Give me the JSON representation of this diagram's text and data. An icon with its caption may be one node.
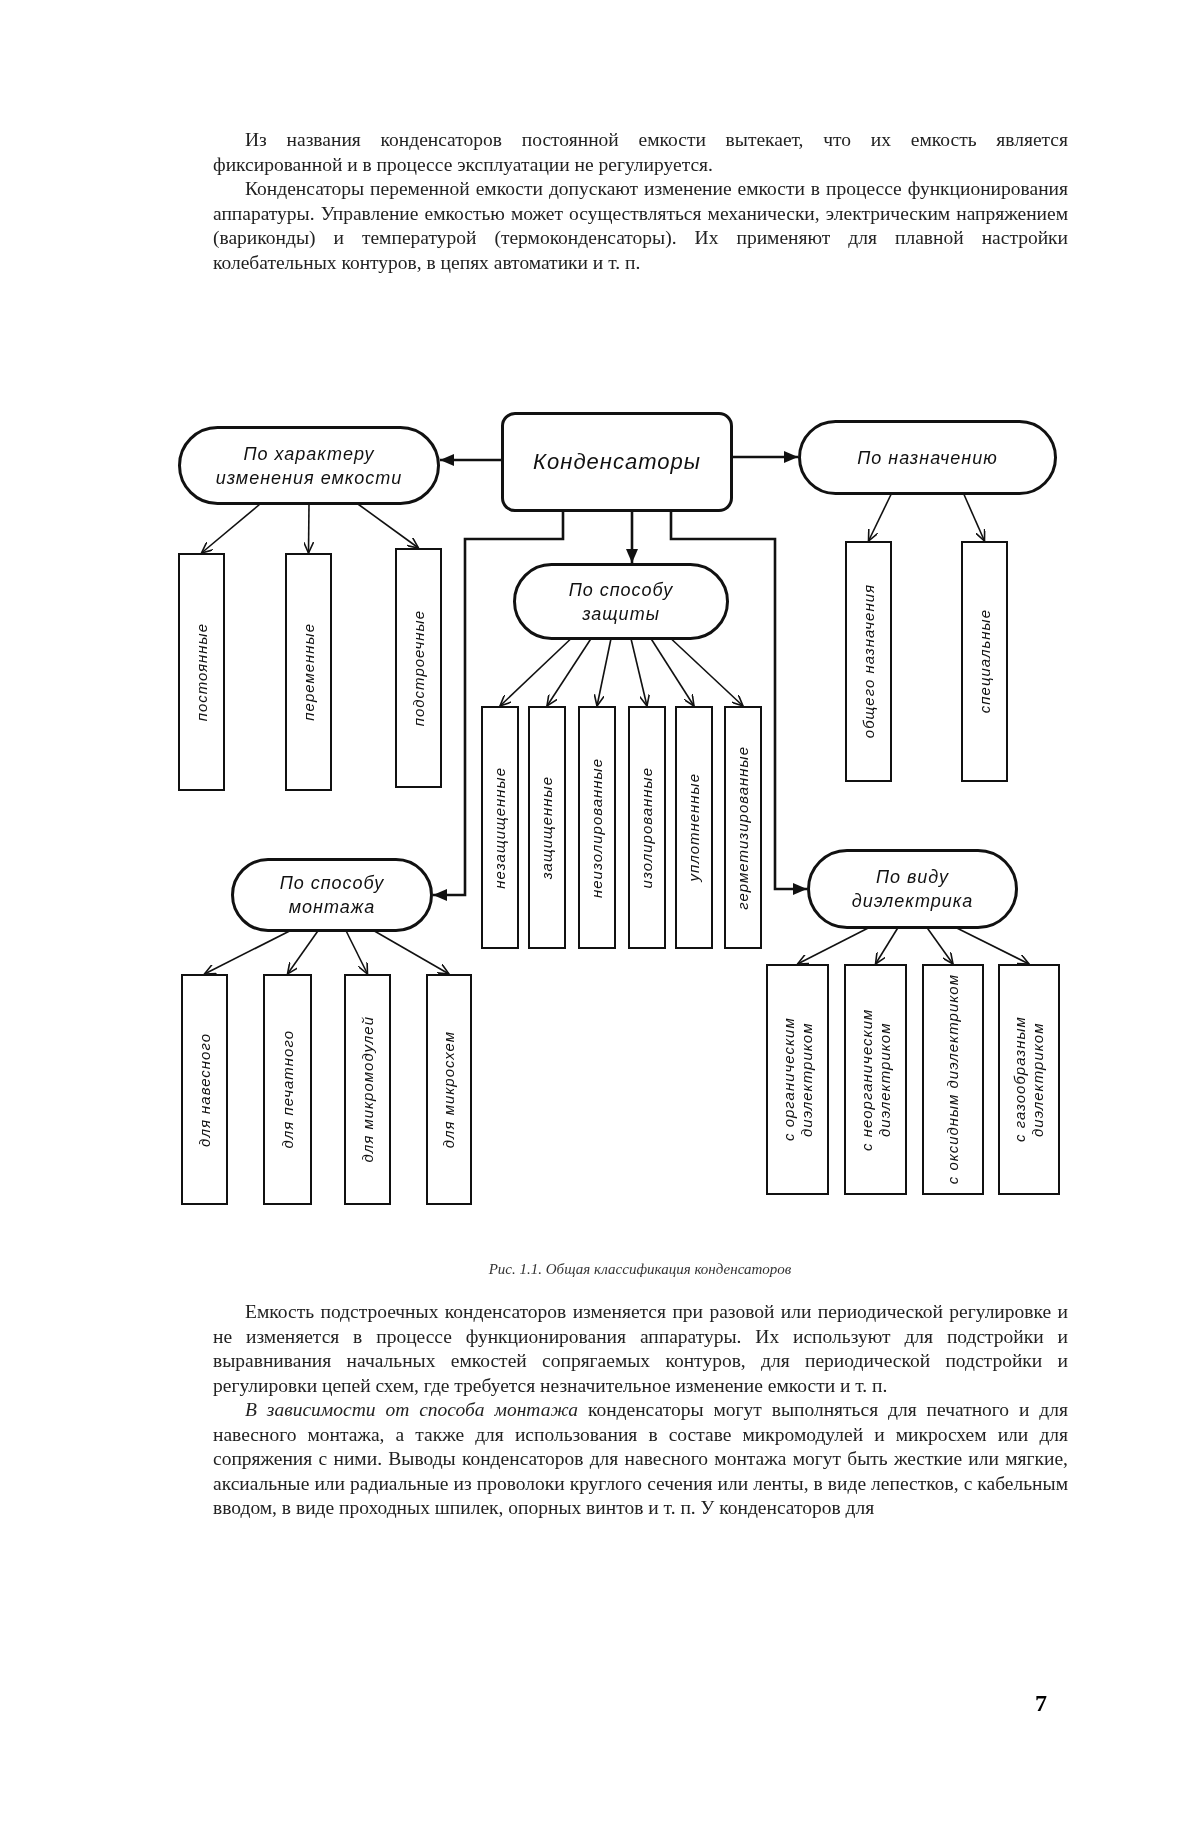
{
  "diagram": {
    "caption": "Рис. 1.1. Общая классификация конденсаторов",
    "nodes": [
      {
        "text": [
          "Конденсаторы"
        ]
      },
      {
        "text": [
          "По характеру изменения емкости"
        ]
      },
      {
        "text": [
          "По назначению"
        ]
      },
      {
        "text": [
          "По способу защиты"
        ]
      },
      {
        "text": [
          "постоянные"
        ]
      },
      {
        "text": [
          "переменные"
        ]
      },
      {
        "text": [
          "подстроечные"
        ]
      },
      {
        "text": [
          "общего назначения"
        ]
      },
      {
        "text": [
          "специальные"
        ]
      },
      {
        "text": [
          "незащищенные"
        ]
      },
      {
        "text": [
          "защищенные"
        ]
      },
      {
        "text": [
          "неизолированные"
        ]
      },
      {
        "text": [
          "изолированные"
        ]
      },
      {
        "text": [
          "уплотненные"
        ]
      },
      {
        "text": [
          "герметизированные"
        ]
      },
      {
        "text": [
          "По способу монтажа"
        ]
      },
      {
        "text": [
          "По виду диэлектрика"
        ]
      },
      {
        "text": [
          "для навесного"
        ]
      },
      {
        "text": [
          "для печатного"
        ]
      },
      {
        "text": [
          "для микромодулей"
        ]
      },
      {
        "text": [
          "для микросхем"
        ]
      },
      {
        "text": [
          "с органическим диэлектриком"
        ]
      },
      {
        "text": [
          "с неорганическим диэлектриком"
        ]
      },
      {
        "text": [
          "с оксидным диэлектриком"
        ]
      },
      {
        "text": [
          "с газообразным диэлектриком"
        ]
      }
    ],
    "edges": [
      {
        "from": 0,
        "to": 1,
        "arrow": "to"
      },
      {
        "from": 0,
        "to": 2,
        "arrow": "to"
      },
      {
        "from": 0,
        "to": 3,
        "arrow": "to"
      },
      {
        "from": 0,
        "to": 15,
        "arrow": "to"
      },
      {
        "from": 0,
        "to": 16,
        "arrow": "to"
      },
      {
        "from": 1,
        "to": 4,
        "arrow": "to"
      },
      {
        "from": 1,
        "to": 5,
        "arrow": "to"
      },
      {
        "from": 1,
        "to": 6,
        "arrow": "to"
      },
      {
        "from": 2,
        "to": 7,
        "arrow": "to"
      },
      {
        "from": 2,
        "to": 8,
        "arrow": "to"
      },
      {
        "from": 3,
        "to": 9,
        "arrow": "to"
      },
      {
        "from": 3,
        "to": 10,
        "arrow": "to"
      },
      {
        "from": 3,
        "to": 11,
        "arrow": "to"
      },
      {
        "from": 3,
        "to": 12,
        "arrow": "to"
      },
      {
        "from": 3,
        "to": 13,
        "arrow": "to"
      },
      {
        "from": 3,
        "to": 14,
        "arrow": "to"
      },
      {
        "from": 15,
        "to": 17,
        "arrow": "to"
      },
      {
        "from": 15,
        "to": 18,
        "arrow": "to"
      },
      {
        "from": 15,
        "to": 19,
        "arrow": "to"
      },
      {
        "from": 15,
        "to": 20,
        "arrow": "to"
      },
      {
        "from": 16,
        "to": 21,
        "arrow": "to"
      },
      {
        "from": 16,
        "to": 22,
        "arrow": "to"
      },
      {
        "from": 16,
        "to": 23,
        "arrow": "to"
      },
      {
        "from": 16,
        "to": 24,
        "arrow": "to"
      }
    ],
    "labels": [
      "Из названия конденсаторов постоянной емкости вытекает, что их емкость является фиксированной и в процессе эксплуатации не регулируется.",
      "Конденсаторы переменной емкости допускают изменение емкости в процессе функционирования аппаратуры. Управление емкостью может осуществляться механически, электрическим напряжением (вариконды) и температурой (термоконденсаторы). Их применяют для плавной настройки колебательных контуров, в цепях автоматики и т. п.",
      "Емкость подстроечных конденсаторов изменяется при разовой или периодической регулировке и не изменяется в процессе функционирования аппаратуры. Их используют для подстройки и выравнивания начальных емкостей сопрягаемых контуров, для периодической подстройки и регулировки цепей схем, где требуется незначительное изменение емкости и т. п.",
      "*В зависимости от способа монтажа* конденсаторы могут выполняться для печатного и для навесного монтажа, а также для использования в составе микромодулей и микросхем или для сопряжения с ними. Выводы конденсаторов для навесного монтажа могут быть жесткие или мягкие, аксиальные или радиальные из проволоки круглого сечения или ленты, в виде лепестков, с кабельным вводом, в виде проходных шпилек, опорных винтов и т. п. У конденсаторов для",
      "7"
    ]
  }
}
